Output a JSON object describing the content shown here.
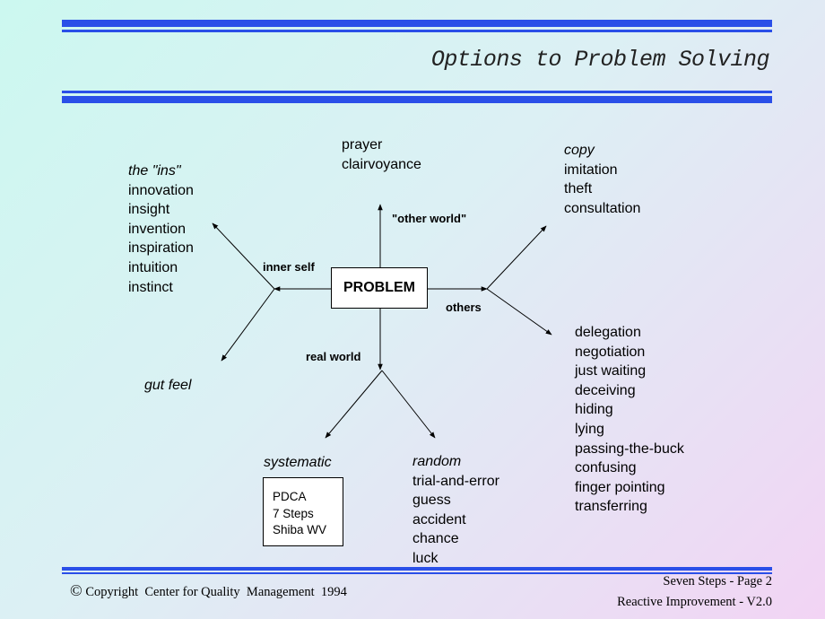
{
  "header": {
    "title": "Options to Problem Solving"
  },
  "center": {
    "label": "PROBLEM"
  },
  "branch_labels": {
    "other_world": "\"other world\"",
    "inner_self": "inner self",
    "others": "others",
    "real_world": "real world"
  },
  "groups": {
    "other_world": [
      "prayer",
      "clairvoyance"
    ],
    "ins": {
      "heading": "the \"ins\"",
      "items": [
        "innovation",
        "insight",
        "invention",
        "inspiration",
        "intuition",
        "instinct"
      ]
    },
    "gut_feel": "gut feel",
    "copy": {
      "heading": "copy",
      "items": [
        "imitation",
        "theft",
        "consultation"
      ]
    },
    "others": [
      "delegation",
      "negotiation",
      "just waiting",
      "deceiving",
      "hiding",
      "lying",
      "passing-the-buck",
      "confusing",
      "finger pointing",
      "transferring"
    ],
    "systematic": {
      "heading": "systematic",
      "box": [
        "PDCA",
        "7 Steps",
        "Shiba WV"
      ]
    },
    "random": {
      "heading": "random",
      "items": [
        "trial-and-error",
        "guess",
        "accident",
        "chance",
        "luck"
      ]
    }
  },
  "footer": {
    "copyright_symbol": "©",
    "copyright": "Copyright  Center for Quality  Management  1994",
    "page": "Seven Steps - Page 2",
    "version": "Reactive Improvement - V2.0"
  },
  "colors": {
    "rule": "#2a4fe8",
    "text": "#000000"
  }
}
